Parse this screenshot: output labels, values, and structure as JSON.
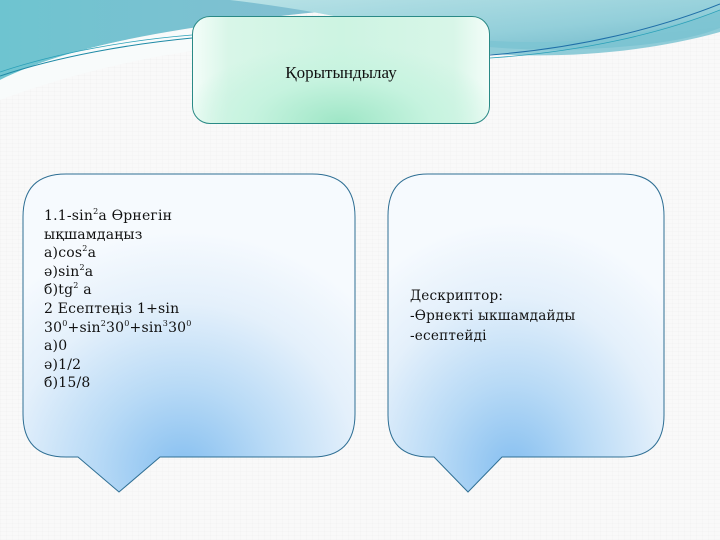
{
  "slide": {
    "title": "Қорытындылау",
    "colors": {
      "wave_teal": "#7fc6d4",
      "wave_dark": "#2a8aa8",
      "title_box_fill": "#cdf4e2",
      "title_box_border": "#2a8a86",
      "callout_fill_light": "#f4f9fe",
      "callout_fill_dark": "#8cc3f0",
      "callout_border": "#2f6f94"
    }
  },
  "left_callout": {
    "lines": [
      {
        "parts": [
          "1.1-sin",
          "2",
          "a Өрнегін"
        ]
      },
      {
        "parts": [
          "ықшамдаңыз"
        ]
      },
      {
        "parts": [
          "а)cos",
          "2",
          "a"
        ]
      },
      {
        "parts": [
          "ә)sin",
          "2",
          "a"
        ]
      },
      {
        "parts": [
          "б)tg",
          "2",
          " a"
        ]
      },
      {
        "parts": [
          "2 Есептеңіз 1+sin"
        ]
      },
      {
        "parts": [
          "30",
          "0",
          "+sin",
          "2",
          "30",
          "0",
          "+sin",
          "3",
          "30",
          "0"
        ]
      },
      {
        "parts": [
          "а)0"
        ]
      },
      {
        "parts": [
          "ә)1/2"
        ]
      },
      {
        "parts": [
          "б)15/8"
        ]
      }
    ]
  },
  "right_callout": {
    "lines": [
      "Дескриптор:",
      "-Өрнекті ыкшамдайды",
      "-есептейді"
    ]
  }
}
